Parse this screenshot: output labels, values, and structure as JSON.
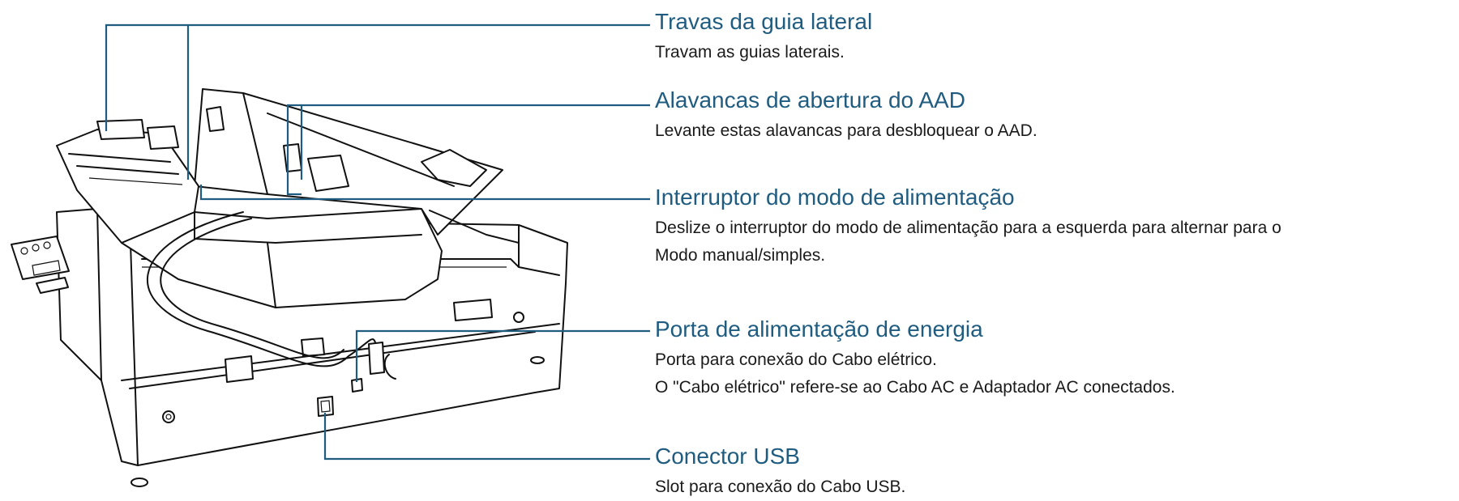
{
  "callouts": [
    {
      "id": "side-guide-locks",
      "title": "Travas da guia lateral",
      "desc": [
        "Travam as guias laterais."
      ]
    },
    {
      "id": "adf-release-levers",
      "title": "Alavancas de abertura do AAD",
      "desc": [
        "Levante estas alavancas para desbloquear o AAD."
      ]
    },
    {
      "id": "feed-mode-switch",
      "title": "Interruptor do modo de alimentação",
      "desc": [
        "Deslize o interruptor do modo de alimentação para a esquerda para alternar para o",
        "Modo manual/simples."
      ]
    },
    {
      "id": "power-port",
      "title": "Porta de alimentação de energia",
      "desc": [
        "Porta para conexão do Cabo elétrico.",
        "O \"Cabo elétrico\" refere-se ao Cabo AC e Adaptador AC conectados."
      ]
    },
    {
      "id": "usb-connector",
      "title": "Conector USB",
      "desc": [
        "Slot para conexão do Cabo USB."
      ]
    }
  ],
  "colors": {
    "leader": "#1f5c80",
    "title": "#1f5c80",
    "text": "#1a1a1a",
    "drawing": "#111111"
  }
}
